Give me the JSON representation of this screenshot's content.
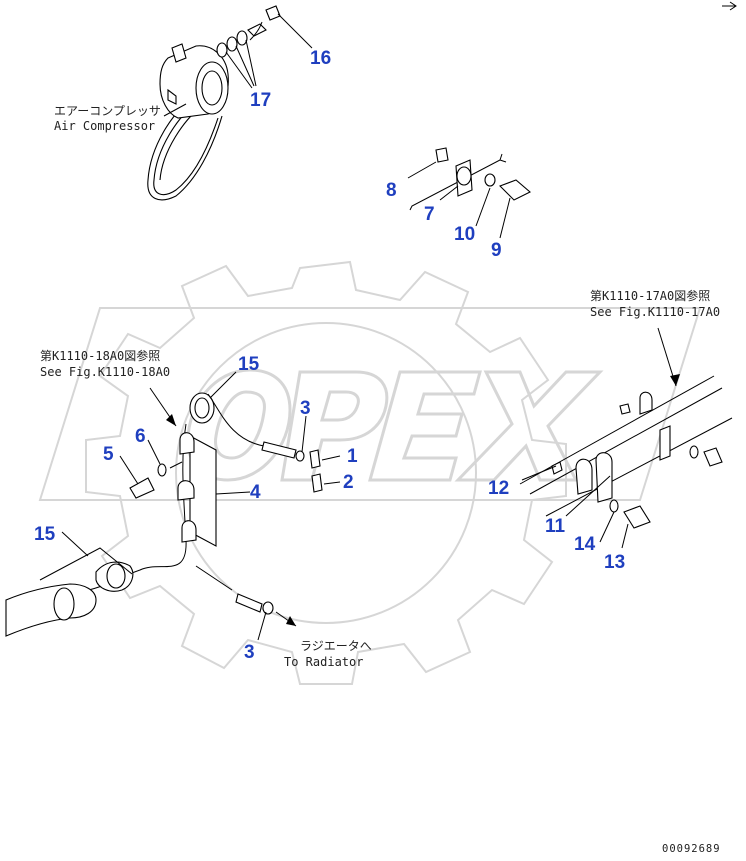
{
  "watermark": {
    "text": "OPEX",
    "color": "#d6d6d6"
  },
  "labels": {
    "air_compressor_jp": "エアーコンプレッサ",
    "air_compressor_en": "Air Compressor",
    "see_fig_17_jp": "第K1110-17A0図参照",
    "see_fig_17_en": "See Fig.K1110-17A0",
    "see_fig_18_jp": "第K1110-18A0図参照",
    "see_fig_18_en": "See Fig.K1110-18A0",
    "to_radiator_jp": "ラジエータへ",
    "to_radiator_en": "To Radiator",
    "drawing_code": "00092689"
  },
  "callouts": [
    "1",
    "2",
    "3",
    "3",
    "4",
    "5",
    "6",
    "7",
    "8",
    "9",
    "10",
    "11",
    "12",
    "13",
    "14",
    "15",
    "15",
    "16",
    "17"
  ],
  "colors": {
    "callout": "#1f3fbf",
    "line": "#000000"
  }
}
